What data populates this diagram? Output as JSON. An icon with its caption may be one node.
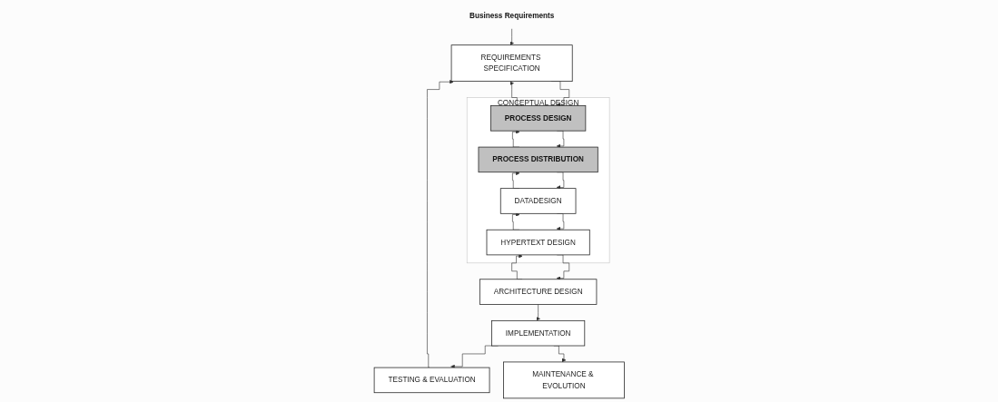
{
  "diagram": {
    "nodes": [
      {
        "text": [
          "Business Requirements"
        ]
      },
      {
        "text": [
          "REQUIREMENTS SPECIFICATION"
        ]
      },
      {
        "text": [
          "CONCEPTUAL DESIGN"
        ]
      },
      {
        "text": [
          "PROCESS DESIGN"
        ],
        "in": 2
      },
      {
        "text": [
          "PROCESS DISTRIBUTION"
        ],
        "in": 2
      },
      {
        "text": [
          "DATADESIGN"
        ],
        "in": 2
      },
      {
        "text": [
          "HYPERTEXT DESIGN"
        ],
        "in": 2
      },
      {
        "text": [
          "ARCHITECTURE DESIGN"
        ]
      },
      {
        "text": [
          "TESTING & EVALUATION"
        ]
      },
      {
        "text": [
          "IMPLEMENTATION"
        ]
      },
      {
        "text": [
          "MAINTENANCE & EVOLUTION"
        ]
      }
    ],
    "edges": [
      {
        "from": 0,
        "to": 1,
        "arrow": "to"
      },
      {
        "from": 1,
        "to": 3,
        "arrow": "to"
      },
      {
        "from": 3,
        "to": 1,
        "arrow": "to"
      },
      {
        "from": 3,
        "to": 4,
        "arrow": "to"
      },
      {
        "from": 4,
        "to": 3,
        "arrow": "to"
      },
      {
        "from": 4,
        "to": 5,
        "arrow": "to"
      },
      {
        "from": 5,
        "to": 4,
        "arrow": "to"
      },
      {
        "from": 5,
        "to": 6,
        "arrow": "to"
      },
      {
        "from": 6,
        "to": 5,
        "arrow": "to"
      },
      {
        "from": 6,
        "to": 7,
        "arrow": "to"
      },
      {
        "from": 7,
        "to": 6,
        "arrow": "to"
      },
      {
        "from": 7,
        "to": 9,
        "arrow": "to"
      },
      {
        "from": 9,
        "to": 8,
        "arrow": "to"
      },
      {
        "from": 9,
        "to": 10,
        "arrow": "to"
      },
      {
        "from": 8,
        "to": 1,
        "arrow": "to"
      }
    ]
  }
}
